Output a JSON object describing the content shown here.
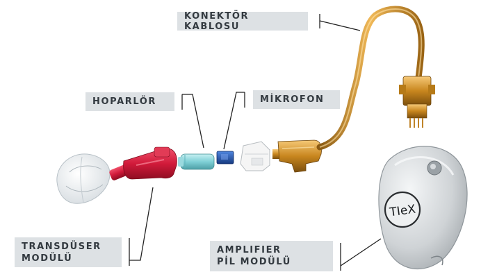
{
  "labels": {
    "konektor": "KONEKTÖR KABLOSU",
    "hoparlor": "HOPARLÖR",
    "mikrofon": "MİKROFON",
    "transduser_line1": "TRANSDÜSER",
    "transduser_line2": "MODÜLÜ",
    "amplifier_line1": "AMPLIFIER",
    "amplifier_line2": "PİL MODÜLÜ"
  },
  "device": {
    "logo": "TIeX"
  },
  "colors": {
    "label_bg": "#dde1e4",
    "label_text": "#333a40",
    "leader": "#222222",
    "transducer": "#d11a3a",
    "speaker": "#7fd0d6",
    "microphone": "#1e4fa8",
    "cable": "#c8861e",
    "earpiece": "#e8ecef",
    "battery_shell": "#c9cdd0"
  }
}
